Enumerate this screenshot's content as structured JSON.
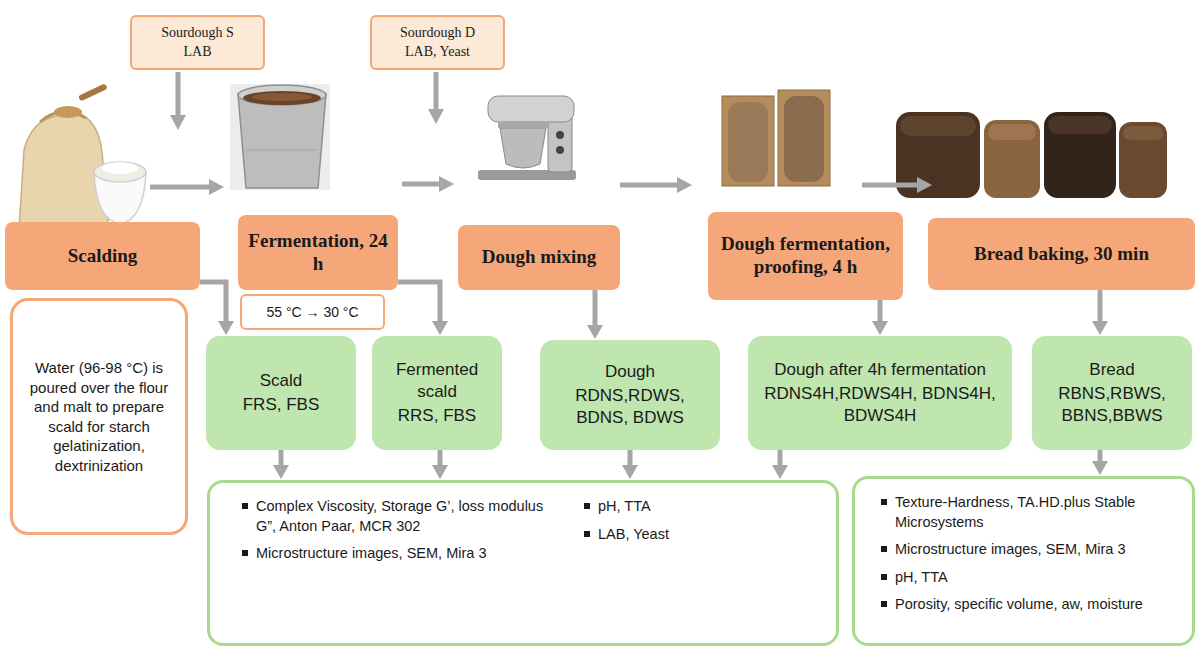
{
  "diagram": {
    "nodes": [
      {
        "text": [
          "Sourdough S",
          "LAB"
        ]
      },
      {
        "text": [
          "Sourdough D",
          "LAB, Yeast"
        ]
      },
      {
        "text": [
          "Scalding"
        ]
      },
      {
        "text": [
          "Fermentation, 24 h"
        ]
      },
      {
        "text": [
          "Dough mixing"
        ]
      },
      {
        "text": [
          "Dough fermentation, proofing, 4 h"
        ]
      },
      {
        "text": [
          "Bread baking, 30 min"
        ]
      },
      {
        "text": [
          "Water (96-98 °C) is poured over the flour and malt to prepare scald for starch gelatinization, dextrinization"
        ]
      },
      {
        "text": [
          "55 °C → 30 °C"
        ]
      },
      {
        "text": [
          "Scald",
          "FRS, FBS"
        ]
      },
      {
        "text": [
          "Fermented scald",
          "RRS, FBS"
        ]
      },
      {
        "text": [
          "Dough",
          "RDNS,RDWS, BDNS, BDWS"
        ]
      },
      {
        "text": [
          "Dough after 4h fermentation",
          "RDNS4H,RDWS4H, BDNS4H, BDWS4H"
        ]
      },
      {
        "text": [
          "Bread",
          "RBNS,RBWS, BBNS,BBWS"
        ]
      },
      {
        "text": [
          "Complex Viscosity, Storage G’, loss modulus G”, Anton Paar, MCR 302",
          "Microstructure images, SEM, Mira 3",
          "pH, TTA",
          "LAB, Yeast"
        ]
      },
      {
        "text": [
          "Texture-Hardness, TA.HD.plus Stable Microsystems",
          "Microstructure images, SEM, Mira 3",
          "pH, TTA",
          "Porosity, specific volume, aw, moisture"
        ]
      }
    ],
    "edges": [
      {
        "from": 2,
        "to": 9,
        "arrow": "to"
      },
      {
        "from": 3,
        "to": 10,
        "arrow": "to"
      },
      {
        "from": 4,
        "to": 11,
        "arrow": "to"
      },
      {
        "from": 5,
        "to": 12,
        "arrow": "to"
      },
      {
        "from": 6,
        "to": 13,
        "arrow": "to"
      },
      {
        "from": 9,
        "to": 14,
        "arrow": "to"
      },
      {
        "from": 10,
        "to": 14,
        "arrow": "to"
      },
      {
        "from": 11,
        "to": 14,
        "arrow": "to"
      },
      {
        "from": 12,
        "to": 14,
        "arrow": "to"
      },
      {
        "from": 13,
        "to": 15,
        "arrow": "to"
      }
    ]
  }
}
